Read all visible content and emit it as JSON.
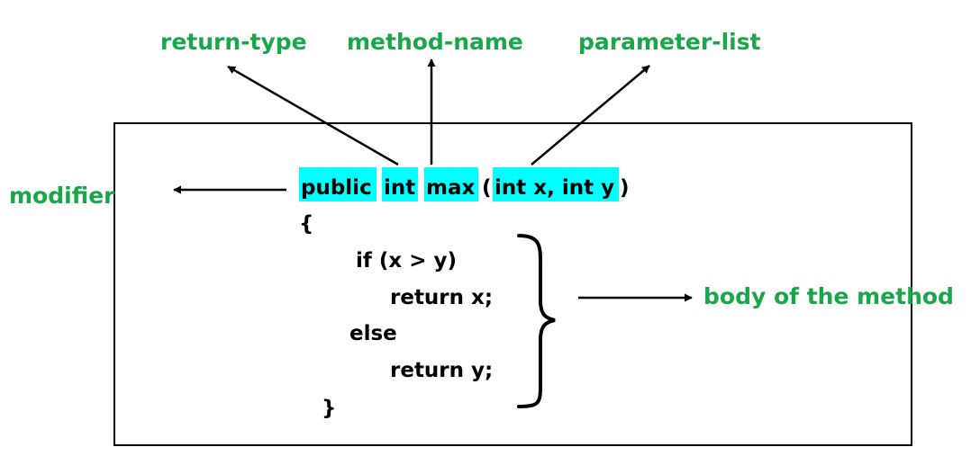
{
  "colors": {
    "label": "#1aa64a",
    "highlight": "#00ffff",
    "line": "#000000"
  },
  "labels": {
    "return_type": "return-type",
    "method_name": "method-name",
    "parameter_list": "parameter-list",
    "modifier": "modifier",
    "body": "body of the method"
  },
  "signature": {
    "modifier": "public",
    "return_type": "int",
    "method_name": "max",
    "open_paren": "(",
    "parameters": "int x, int y",
    "close_paren": ")"
  },
  "body": {
    "open_brace": "{",
    "line1": "if (x > y)",
    "line2": "return x;",
    "line3": "else",
    "line4": "return y;",
    "close_brace": "}"
  }
}
